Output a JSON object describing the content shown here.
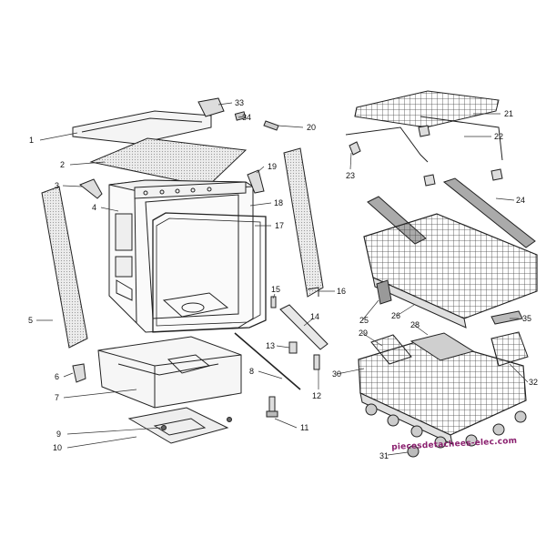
{
  "labels": {
    "l1": "1",
    "l2": "2",
    "l3": "3",
    "l4": "4",
    "l5": "5",
    "l6": "6",
    "l7": "7",
    "l8": "8",
    "l9": "9",
    "l10": "10",
    "l11": "11",
    "l12": "12",
    "l13": "13",
    "l14": "14",
    "l15": "15",
    "l16": "16",
    "l17": "17",
    "l18": "18",
    "l19": "19",
    "l20": "20",
    "l21": "21",
    "l22": "22",
    "l23": "23",
    "l24": "24",
    "l25": "25",
    "l26": "26",
    "l28": "28",
    "l29": "29",
    "l30": "30",
    "l31": "31",
    "l32": "32",
    "l33": "33",
    "l34": "34",
    "l35": "35"
  },
  "watermark": "piecesdetachees-elec.com",
  "colors": {
    "line": "#222222",
    "panel_fill": "#e6e6e6",
    "watermark": "#8a1f6e"
  }
}
